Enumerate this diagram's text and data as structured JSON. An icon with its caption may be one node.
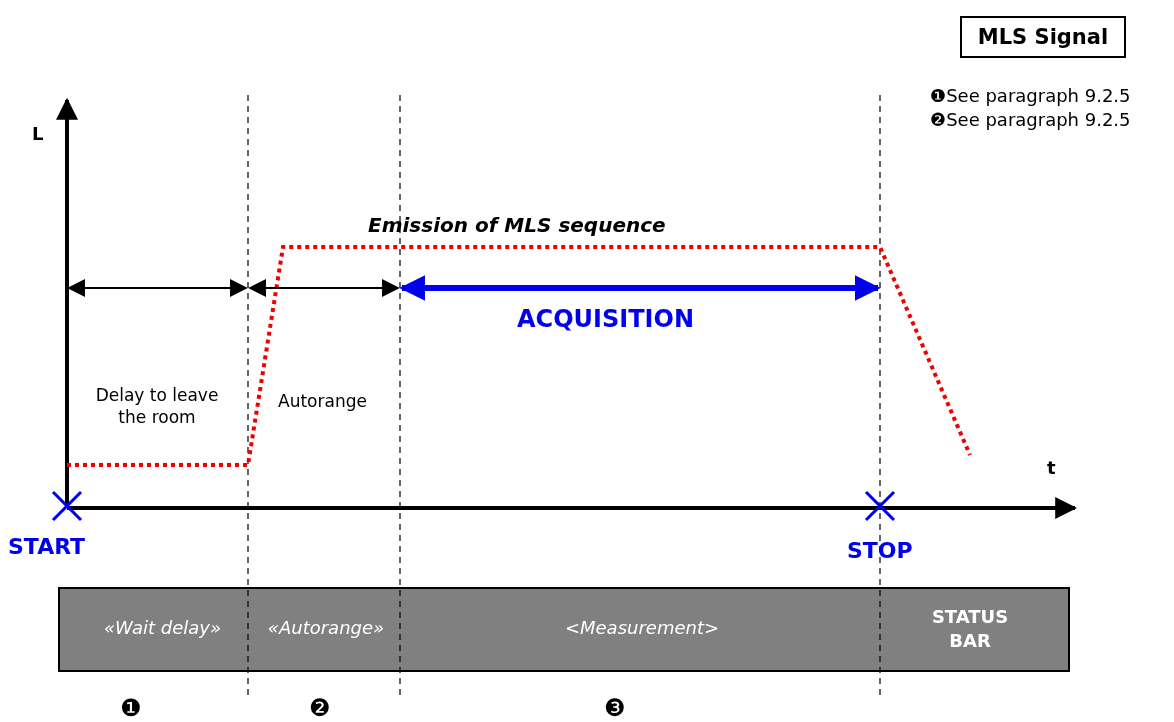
{
  "diagram": {
    "nodes": [
      {
        "text": [
          "MLS Signal"
        ]
      },
      {
        "text": [
          "«Wait delay»",
          "«Autorange»",
          "<Measurement>",
          "STATUS BAR"
        ]
      }
    ],
    "labels": [
      "❶See paragraph 9.2.5",
      "❷See paragraph 9.2.5",
      "L",
      "Emission of MLS sequence",
      "ACQUISITION",
      "Delay to leave the room",
      "Autorange",
      "t",
      "START",
      "STOP",
      "❶",
      "❷",
      "❸"
    ]
  }
}
